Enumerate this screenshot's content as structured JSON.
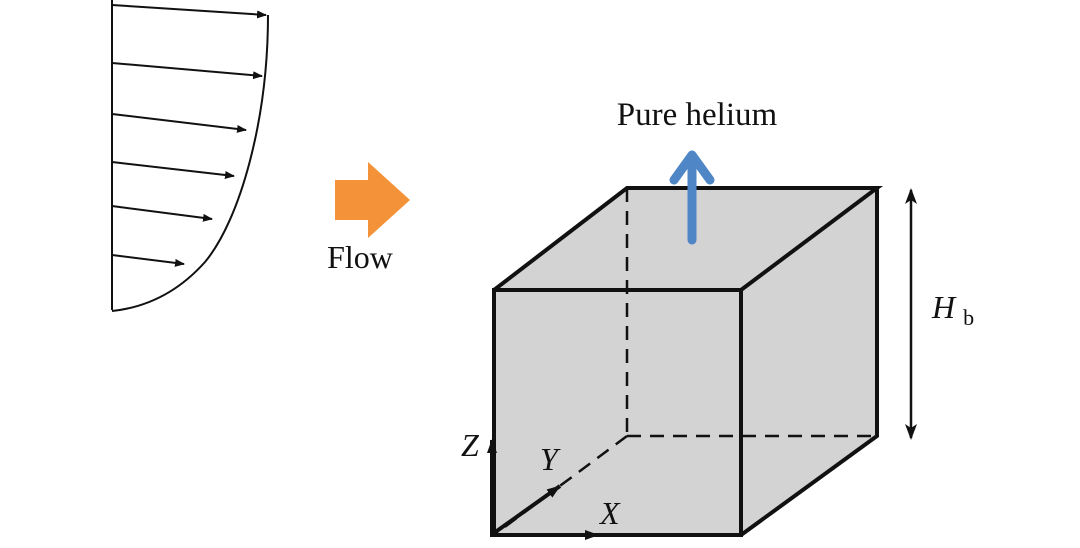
{
  "labels": {
    "pure_helium": "Pure helium",
    "flow": "Flow",
    "height_symbol": "H",
    "height_subscript": "b",
    "axis_x": "X",
    "axis_y": "Y",
    "axis_z": "Z"
  },
  "colors": {
    "flow_arrow": "#F4923A",
    "helium_arrow": "#4F86C6",
    "box_fill": "#D3D3D3",
    "line": "#111111"
  }
}
